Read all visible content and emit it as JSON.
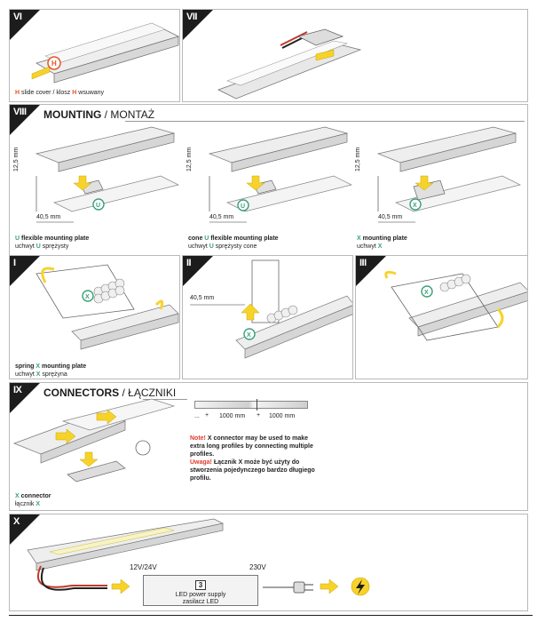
{
  "steps": {
    "vi": "VI",
    "vii": "VII",
    "viii": "VIII",
    "i": "I",
    "ii": "II",
    "iii": "III",
    "ix": "IX",
    "x": "X"
  },
  "slide_cover": {
    "letter": "H",
    "en": "slide cover",
    "sep": "/",
    "pl": "klosz",
    "pl_after": "wsuwany"
  },
  "mounting": {
    "title_en": "MOUNTING",
    "sep": "/",
    "title_pl": "MONTAŻ",
    "dim_height": "12,5 mm",
    "dim_width": "40,5 mm",
    "items": [
      {
        "letter": "U",
        "en": "flexible mounting plate",
        "pl": "uchwyt",
        "pl_after": "sprężysty"
      },
      {
        "prefix": "cone",
        "letter": "U",
        "en": "flexible mounting plate",
        "pl": "uchwyt",
        "pl_after": "sprężysty cone"
      },
      {
        "letter": "X",
        "en": "mounting plate",
        "pl": "uchwyt",
        "pl_after": ""
      }
    ]
  },
  "spring": {
    "prefix": "spring",
    "letter": "X",
    "en": "mounting plate",
    "pl": "uchwyt",
    "pl_after": "sprężyna",
    "dim": "40,5 mm"
  },
  "connectors": {
    "title_en": "CONNECTORS",
    "sep": "/",
    "title_pl": "ŁĄCZNIKI",
    "ellipsis": "...",
    "plus": "+",
    "len1": "1000 mm",
    "len2": "1000 mm",
    "note_label": "Note!",
    "note_en": "X connector may be used to make extra long profiles by connecting multiple profiles.",
    "note_pl_label": "Uwaga!",
    "note_pl": "Łącznik X może być użyty do stworzenia pojedynczego bardzo długiego profilu.",
    "letter": "X",
    "cap_en": "connector",
    "cap_pl": "łącznik"
  },
  "power": {
    "v_low": "12V/24V",
    "v_high": "230V",
    "num": "3",
    "en": "LED power supply",
    "pl": "zasilacz LED"
  },
  "colors": {
    "accent_yellow": "#f7d32a",
    "accent_orange": "#e2582a",
    "accent_green": "#3aa078",
    "tag_black": "#1c1c1c"
  }
}
